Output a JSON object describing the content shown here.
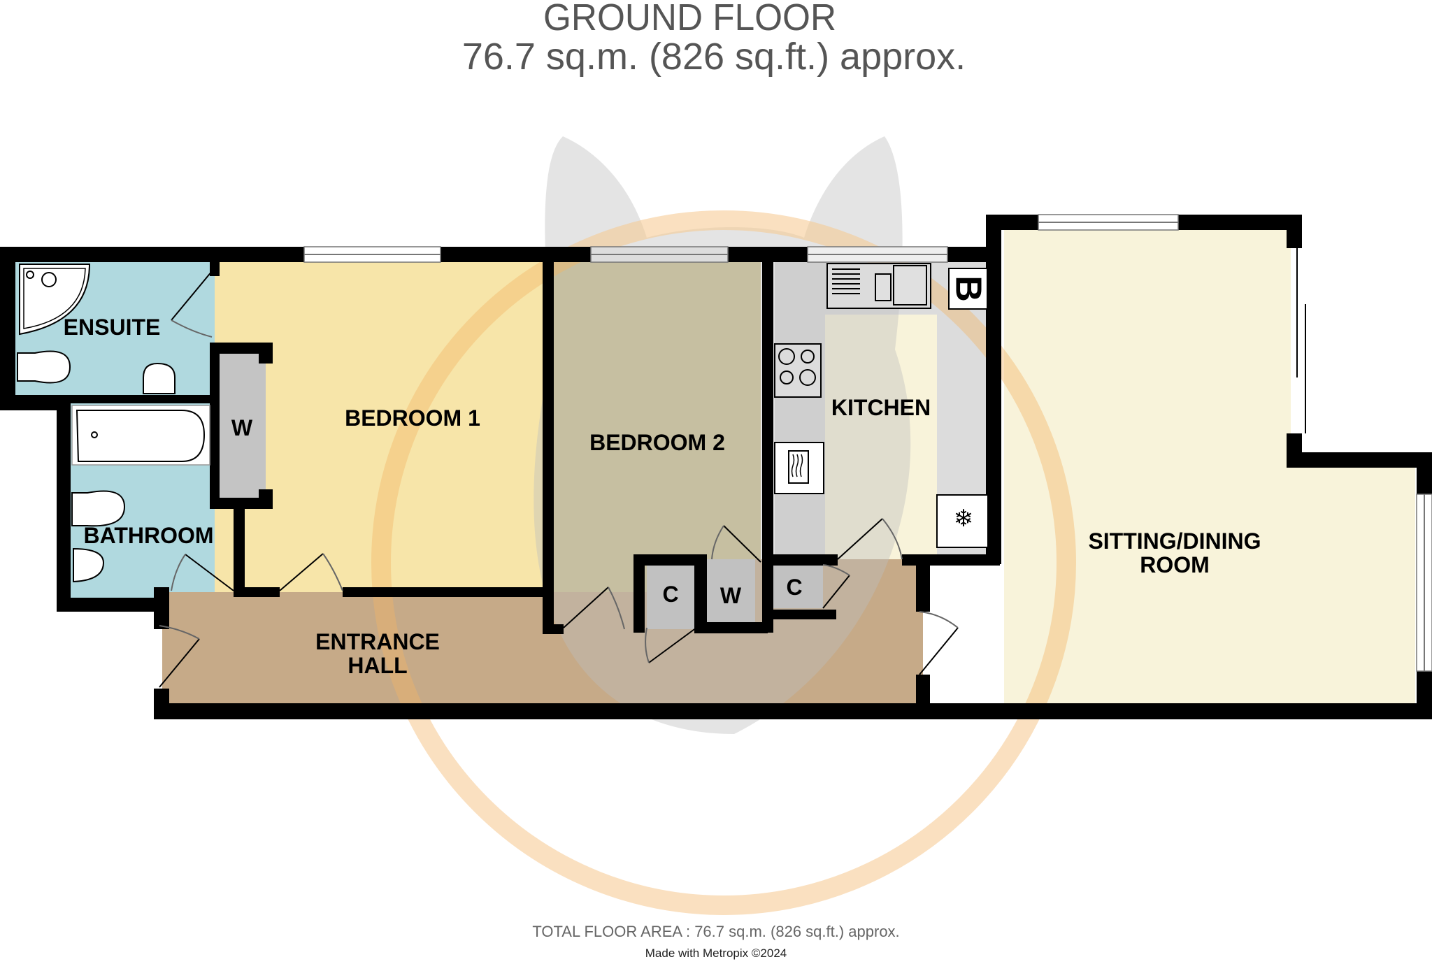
{
  "header": {
    "floor_name": "GROUND FLOOR",
    "floor_area": "76.7 sq.m. (826 sq.ft.) approx."
  },
  "rooms": {
    "ensuite": {
      "label": "ENSUITE",
      "color": "#b0d9df"
    },
    "bathroom": {
      "label": "BATHROOM",
      "color": "#b0d9df"
    },
    "bedroom1": {
      "label": "BEDROOM 1",
      "color": "#f7e5a9"
    },
    "bedroom2": {
      "label": "BEDROOM 2",
      "color": "#ccc18d"
    },
    "kitchen": {
      "label": "KITCHEN",
      "color": "#f8f3da"
    },
    "sitting": {
      "label_line1": "SITTING/DINING",
      "label_line2": "ROOM",
      "color": "#f8f3da"
    },
    "hall": {
      "label_line1": "ENTRANCE",
      "label_line2": "HALL",
      "color": "#c6aa88"
    }
  },
  "storage": {
    "wardrobe_bed1": "W",
    "cupboard_left": "C",
    "wardrobe_mid": "W",
    "cupboard_right": "C",
    "boiler": "B"
  },
  "fixtures": [
    "corner-shower",
    "toilet-ensuite",
    "basin-ensuite",
    "bathtub",
    "toilet-bathroom",
    "basin-bathroom",
    "kitchen-sink-drainer",
    "hob",
    "microwave-oven",
    "fridge-freezer",
    "boiler"
  ],
  "footer": {
    "total_area": "TOTAL FLOOR AREA : 76.7 sq.m. (826 sq.ft.) approx.",
    "credit": "Made with Metropix ©2024"
  },
  "colors": {
    "wall": "#000000",
    "storage": "#c4c4c4",
    "worktop": "#dcdcdc",
    "watermark_grey": "#d6d6d6",
    "watermark_orange": "#f5cf9c",
    "title_text": "#555555"
  }
}
